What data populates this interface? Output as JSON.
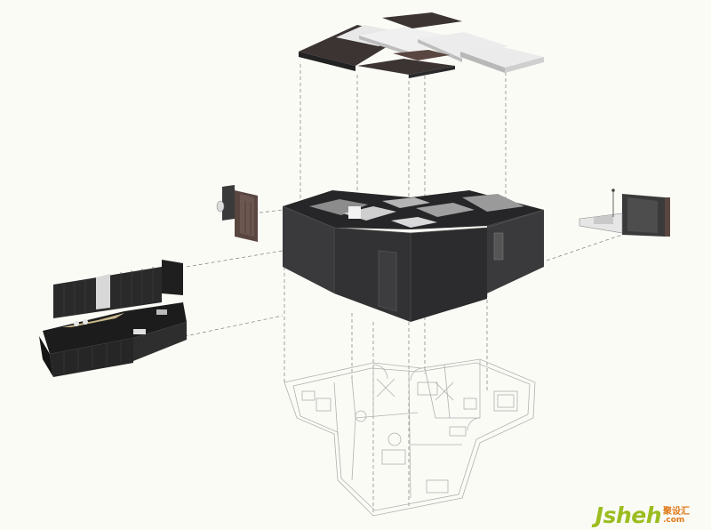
{
  "watermark": {
    "main_text": "Jsheh",
    "chinese_text": "聚设汇",
    "domain_text": ".com"
  },
  "colors": {
    "background": "#fbfbf6",
    "box_dark": "#3a3a3c",
    "box_side": "#2c2c2e",
    "box_top": "#262628",
    "floorplan_line": "#b0b0b0",
    "dash_line": "#8a8a8a",
    "ceiling_white": "#e8e8e8",
    "ceiling_dark": "#3b3433",
    "wood_brown": "#5a4640",
    "watermark_green": "#9bbd1f",
    "watermark_orange": "#e07a1a"
  },
  "parts": [
    "ceiling-layer",
    "central-volume",
    "left-kitchen-block",
    "left-wall-panel",
    "right-bathroom-block",
    "floor-plan"
  ]
}
